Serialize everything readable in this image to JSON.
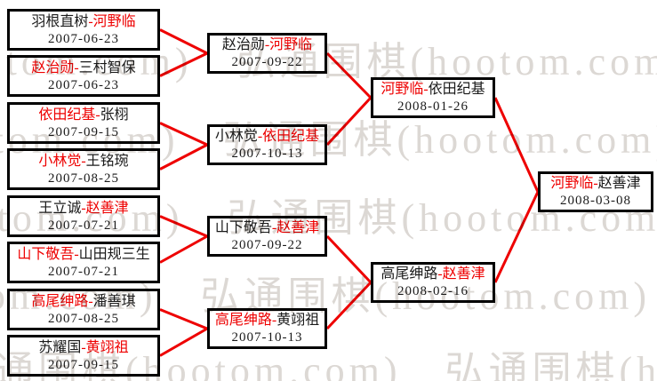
{
  "diagram_title": "围棋淘汰赛对阵图 (knockout bracket)",
  "colors": {
    "accent_red": "#ee0000",
    "line_red": "#ee0000",
    "box_border": "#000000",
    "watermark_gray": "#dcd8d4",
    "background": "#ffffff"
  },
  "separator": "-",
  "watermark": {
    "unit": "弘通围棋(hootom.com)",
    "line": "弘通围棋(hootom.com)　弘通围棋(hootom.com)　弘通围棋(hootom.com)"
  },
  "bracket": {
    "rounds": [
      {
        "name": "round-1",
        "match_indexes": [
          0,
          1,
          2,
          3,
          4,
          5,
          6,
          7
        ]
      },
      {
        "name": "round-2",
        "match_indexes": [
          8,
          9,
          10,
          11
        ]
      },
      {
        "name": "semifinal",
        "match_indexes": [
          12,
          13
        ]
      },
      {
        "name": "final",
        "match_indexes": [
          14
        ]
      }
    ],
    "matches": [
      {
        "p1": "羽根直树",
        "p2": "河野临",
        "winner": "p2",
        "date": "2007-06-23"
      },
      {
        "p1": "赵治勋",
        "p2": "三村智保",
        "winner": "p1",
        "date": "2007-06-23"
      },
      {
        "p1": "依田纪基",
        "p2": "张栩",
        "winner": "p1",
        "date": "2007-09-15"
      },
      {
        "p1": "小林觉",
        "p2": "王铭琬",
        "winner": "p1",
        "date": "2007-08-25"
      },
      {
        "p1": "王立诚",
        "p2": "赵善津",
        "winner": "p2",
        "date": "2007-07-21"
      },
      {
        "p1": "山下敬吾",
        "p2": "山田规三生",
        "winner": "p1",
        "date": "2007-07-21"
      },
      {
        "p1": "高尾绅路",
        "p2": "潘善琪",
        "winner": "p1",
        "date": "2007-08-25"
      },
      {
        "p1": "苏耀国",
        "p2": "黄翊祖",
        "winner": "p2",
        "date": "2007-09-15"
      },
      {
        "p1": "赵治勋",
        "p2": "河野临",
        "winner": "p2",
        "date": "2007-09-22"
      },
      {
        "p1": "小林觉",
        "p2": "依田纪基",
        "winner": "p2",
        "date": "2007-10-13"
      },
      {
        "p1": "山下敬吾",
        "p2": "赵善津",
        "winner": "p2",
        "date": "2007-09-22"
      },
      {
        "p1": "高尾绅路",
        "p2": "黄翊祖",
        "winner": "p1",
        "date": "2007-10-13"
      },
      {
        "p1": "河野临",
        "p2": "依田纪基",
        "winner": "p1",
        "date": "2008-01-26"
      },
      {
        "p1": "高尾绅路",
        "p2": "赵善津",
        "winner": "p2",
        "date": "2008-02-16"
      },
      {
        "p1": "河野临",
        "p2": "赵善津",
        "winner": "p1",
        "date": "2008-03-08"
      }
    ]
  }
}
